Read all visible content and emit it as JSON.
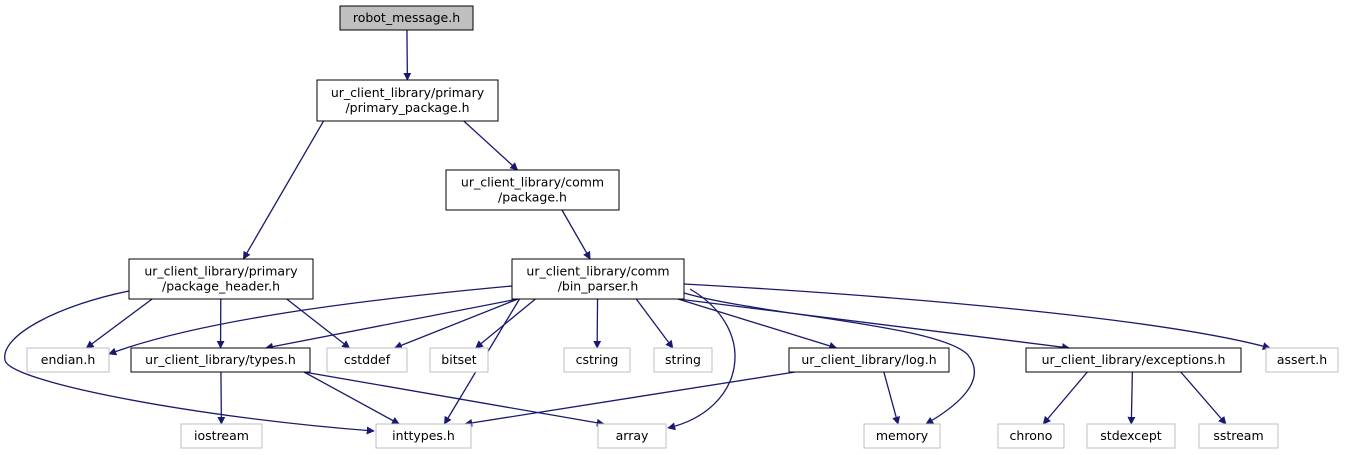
{
  "graph": {
    "edge_color": "#191970",
    "node_root_fill": "#bfbfbf",
    "node_border_color": "#000000",
    "node_external_border_color": "#bfbfbf",
    "nodes": [
      {
        "id": "robot_message",
        "lines": [
          "robot_message.h"
        ],
        "style": "root"
      },
      {
        "id": "primary_package",
        "lines": [
          "ur_client_library/primary",
          "/primary_package.h"
        ],
        "style": "normal"
      },
      {
        "id": "comm_package",
        "lines": [
          "ur_client_library/comm",
          "/package.h"
        ],
        "style": "normal"
      },
      {
        "id": "package_header",
        "lines": [
          "ur_client_library/primary",
          "/package_header.h"
        ],
        "style": "normal"
      },
      {
        "id": "bin_parser",
        "lines": [
          "ur_client_library/comm",
          "/bin_parser.h"
        ],
        "style": "normal"
      },
      {
        "id": "endian",
        "lines": [
          "endian.h"
        ],
        "style": "external"
      },
      {
        "id": "types",
        "lines": [
          "ur_client_library/types.h"
        ],
        "style": "normal"
      },
      {
        "id": "cstddef",
        "lines": [
          "cstddef"
        ],
        "style": "external"
      },
      {
        "id": "bitset",
        "lines": [
          "bitset"
        ],
        "style": "external"
      },
      {
        "id": "cstring",
        "lines": [
          "cstring"
        ],
        "style": "external"
      },
      {
        "id": "string",
        "lines": [
          "string"
        ],
        "style": "external"
      },
      {
        "id": "log",
        "lines": [
          "ur_client_library/log.h"
        ],
        "style": "normal"
      },
      {
        "id": "exceptions",
        "lines": [
          "ur_client_library/exceptions.h"
        ],
        "style": "normal"
      },
      {
        "id": "assert",
        "lines": [
          "assert.h"
        ],
        "style": "external"
      },
      {
        "id": "iostream",
        "lines": [
          "iostream"
        ],
        "style": "external"
      },
      {
        "id": "inttypes",
        "lines": [
          "inttypes.h"
        ],
        "style": "external"
      },
      {
        "id": "array",
        "lines": [
          "array"
        ],
        "style": "external"
      },
      {
        "id": "memory",
        "lines": [
          "memory"
        ],
        "style": "external"
      },
      {
        "id": "chrono",
        "lines": [
          "chrono"
        ],
        "style": "external"
      },
      {
        "id": "stdexcept",
        "lines": [
          "stdexcept"
        ],
        "style": "external"
      },
      {
        "id": "sstream",
        "lines": [
          "sstream"
        ],
        "style": "external"
      }
    ],
    "edges": [
      {
        "from": "robot_message",
        "to": "primary_package"
      },
      {
        "from": "primary_package",
        "to": "package_header"
      },
      {
        "from": "primary_package",
        "to": "comm_package"
      },
      {
        "from": "comm_package",
        "to": "bin_parser"
      },
      {
        "from": "package_header",
        "to": "endian"
      },
      {
        "from": "package_header",
        "to": "types"
      },
      {
        "from": "package_header",
        "to": "cstddef"
      },
      {
        "from": "package_header",
        "to": "inttypes"
      },
      {
        "from": "bin_parser",
        "to": "endian"
      },
      {
        "from": "bin_parser",
        "to": "types"
      },
      {
        "from": "bin_parser",
        "to": "cstddef"
      },
      {
        "from": "bin_parser",
        "to": "bitset"
      },
      {
        "from": "bin_parser",
        "to": "inttypes"
      },
      {
        "from": "bin_parser",
        "to": "cstring"
      },
      {
        "from": "bin_parser",
        "to": "string"
      },
      {
        "from": "bin_parser",
        "to": "array"
      },
      {
        "from": "bin_parser",
        "to": "log"
      },
      {
        "from": "bin_parser",
        "to": "memory"
      },
      {
        "from": "bin_parser",
        "to": "exceptions"
      },
      {
        "from": "bin_parser",
        "to": "assert"
      },
      {
        "from": "types",
        "to": "iostream"
      },
      {
        "from": "types",
        "to": "inttypes"
      },
      {
        "from": "types",
        "to": "array"
      },
      {
        "from": "log",
        "to": "inttypes"
      },
      {
        "from": "log",
        "to": "memory"
      },
      {
        "from": "exceptions",
        "to": "chrono"
      },
      {
        "from": "exceptions",
        "to": "stdexcept"
      },
      {
        "from": "exceptions",
        "to": "sstream"
      }
    ]
  }
}
